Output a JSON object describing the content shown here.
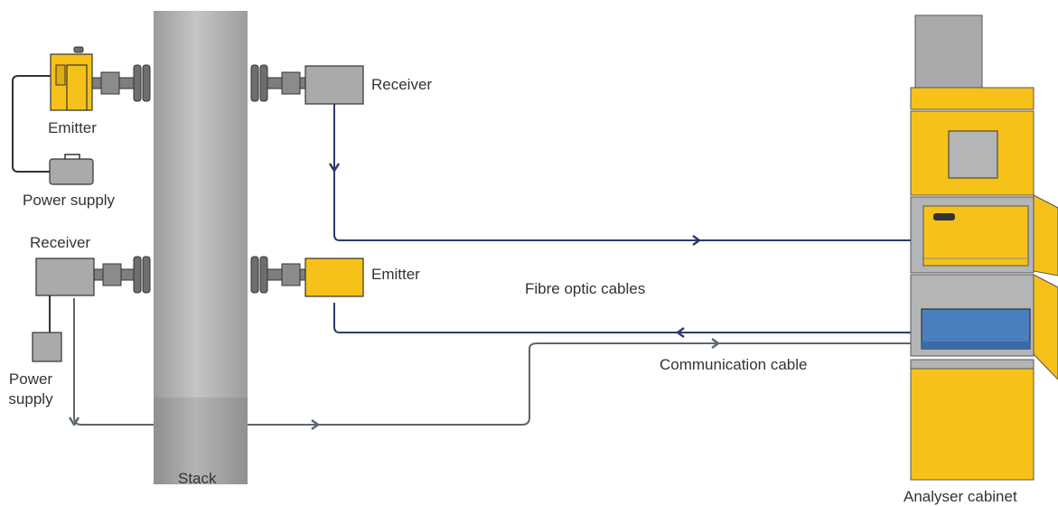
{
  "labels": {
    "emitter_top": "Emitter",
    "power_supply_top": "Power supply",
    "receiver_left": "Receiver",
    "power_supply_left": "Power\nsupply",
    "stack": "Stack",
    "receiver_right": "Receiver",
    "emitter_right": "Emitter",
    "fibre_optic_cables": "Fibre optic cables",
    "communication_cable": "Communication cable",
    "analyser_cabinet": "Analyser cabinet"
  },
  "colors": {
    "stack_fill": "#b3b4b6",
    "stack_base": "#a3a4a6",
    "yellow": "#f6c21a",
    "gray_box": "#a9aaac",
    "fibre_cable": "#2a3c6b",
    "comm_cable": "#5c6670",
    "screen_blue": "#4a7fbf",
    "text": "#333333"
  },
  "icons": {
    "flange": "flange-icon",
    "arrow": "arrow-chevron-icon",
    "briefcase": "briefcase-icon"
  }
}
